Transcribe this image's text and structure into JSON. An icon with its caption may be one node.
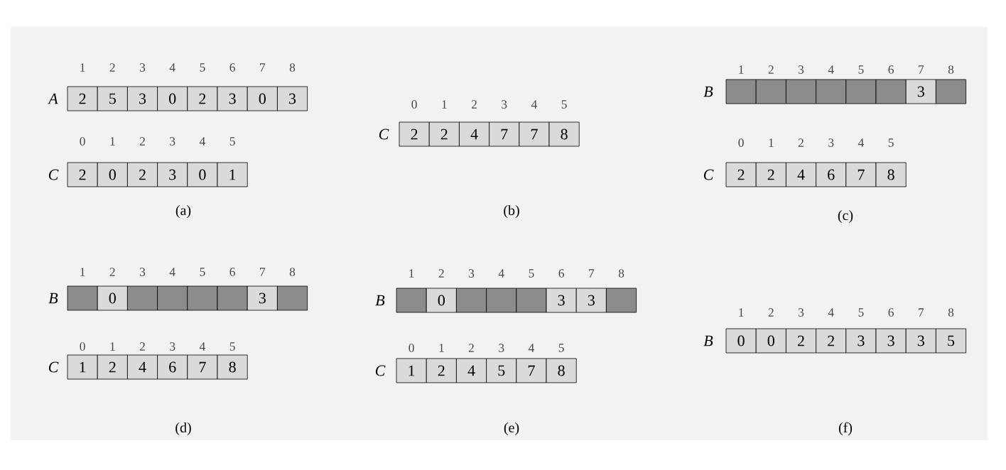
{
  "diagram": {
    "nodes": [
      {
        "text": [
          "2"
        ]
      },
      {
        "text": [
          "5"
        ]
      },
      {
        "text": [
          "3"
        ]
      },
      {
        "text": [
          "0"
        ]
      },
      {
        "text": [
          "2"
        ]
      },
      {
        "text": [
          "3"
        ]
      },
      {
        "text": [
          "0"
        ]
      },
      {
        "text": [
          "3"
        ]
      },
      {
        "text": [
          "2"
        ]
      },
      {
        "text": [
          "0"
        ]
      },
      {
        "text": [
          "2"
        ]
      },
      {
        "text": [
          "3"
        ]
      },
      {
        "text": [
          "0"
        ]
      },
      {
        "text": [
          "1"
        ]
      },
      {
        "text": [
          "2"
        ]
      },
      {
        "text": [
          "2"
        ]
      },
      {
        "text": [
          "4"
        ]
      },
      {
        "text": [
          "7"
        ]
      },
      {
        "text": [
          "7"
        ]
      },
      {
        "text": [
          "8"
        ]
      },
      {
        "text": [],
        "shape": "box"
      },
      {
        "text": [],
        "shape": "box"
      },
      {
        "text": [],
        "shape": "box"
      },
      {
        "text": [],
        "shape": "box"
      },
      {
        "text": [],
        "shape": "box"
      },
      {
        "text": [],
        "shape": "box"
      },
      {
        "text": [
          "3"
        ]
      },
      {
        "text": [],
        "shape": "box"
      },
      {
        "text": [
          "2"
        ]
      },
      {
        "text": [
          "2"
        ]
      },
      {
        "text": [
          "4"
        ]
      },
      {
        "text": [
          "6"
        ]
      },
      {
        "text": [
          "7"
        ]
      },
      {
        "text": [
          "8"
        ]
      },
      {
        "text": [],
        "shape": "box"
      },
      {
        "text": [
          "0"
        ]
      },
      {
        "text": [],
        "shape": "box"
      },
      {
        "text": [],
        "shape": "box"
      },
      {
        "text": [],
        "shape": "box"
      },
      {
        "text": [],
        "shape": "box"
      },
      {
        "text": [
          "3"
        ]
      },
      {
        "text": [],
        "shape": "box"
      },
      {
        "text": [
          "1"
        ]
      },
      {
        "text": [
          "2"
        ]
      },
      {
        "text": [
          "4"
        ]
      },
      {
        "text": [
          "6"
        ]
      },
      {
        "text": [
          "7"
        ]
      },
      {
        "text": [
          "8"
        ]
      },
      {
        "text": [],
        "shape": "box"
      },
      {
        "text": [
          "0"
        ]
      },
      {
        "text": [],
        "shape": "box"
      },
      {
        "text": [],
        "shape": "box"
      },
      {
        "text": [],
        "shape": "box"
      },
      {
        "text": [
          "3"
        ]
      },
      {
        "text": [
          "3"
        ]
      },
      {
        "text": [],
        "shape": "box"
      },
      {
        "text": [
          "1"
        ]
      },
      {
        "text": [
          "2"
        ]
      },
      {
        "text": [
          "4"
        ]
      },
      {
        "text": [
          "5"
        ]
      },
      {
        "text": [
          "7"
        ]
      },
      {
        "text": [
          "8"
        ]
      },
      {
        "text": [
          "0"
        ]
      },
      {
        "text": [
          "0"
        ]
      },
      {
        "text": [
          "2"
        ]
      },
      {
        "text": [
          "2"
        ]
      },
      {
        "text": [
          "3"
        ]
      },
      {
        "text": [
          "3"
        ]
      },
      {
        "text": [
          "3"
        ]
      },
      {
        "text": [
          "5"
        ]
      }
    ],
    "labels": [
      "1",
      "2",
      "3",
      "4",
      "5",
      "6",
      "7",
      "8",
      "A",
      "0",
      "1",
      "2",
      "3",
      "4",
      "5",
      "C",
      "(a)",
      "0",
      "1",
      "2",
      "3",
      "4",
      "5",
      "C",
      "(b)",
      "1",
      "2",
      "3",
      "4",
      "5",
      "6",
      "7",
      "8",
      "B",
      "0",
      "1",
      "2",
      "3",
      "4",
      "5",
      "C",
      "(c)",
      "1",
      "2",
      "3",
      "4",
      "5",
      "6",
      "7",
      "8",
      "B",
      "0",
      "1",
      "2",
      "3",
      "4",
      "5",
      "C",
      "(d)",
      "1",
      "2",
      "3",
      "4",
      "5",
      "6",
      "7",
      "8",
      "B",
      "0",
      "1",
      "2",
      "3",
      "4",
      "5",
      "C",
      "(e)",
      "1",
      "2",
      "3",
      "4",
      "5",
      "6",
      "7",
      "8",
      "B",
      "(f)"
    ]
  }
}
